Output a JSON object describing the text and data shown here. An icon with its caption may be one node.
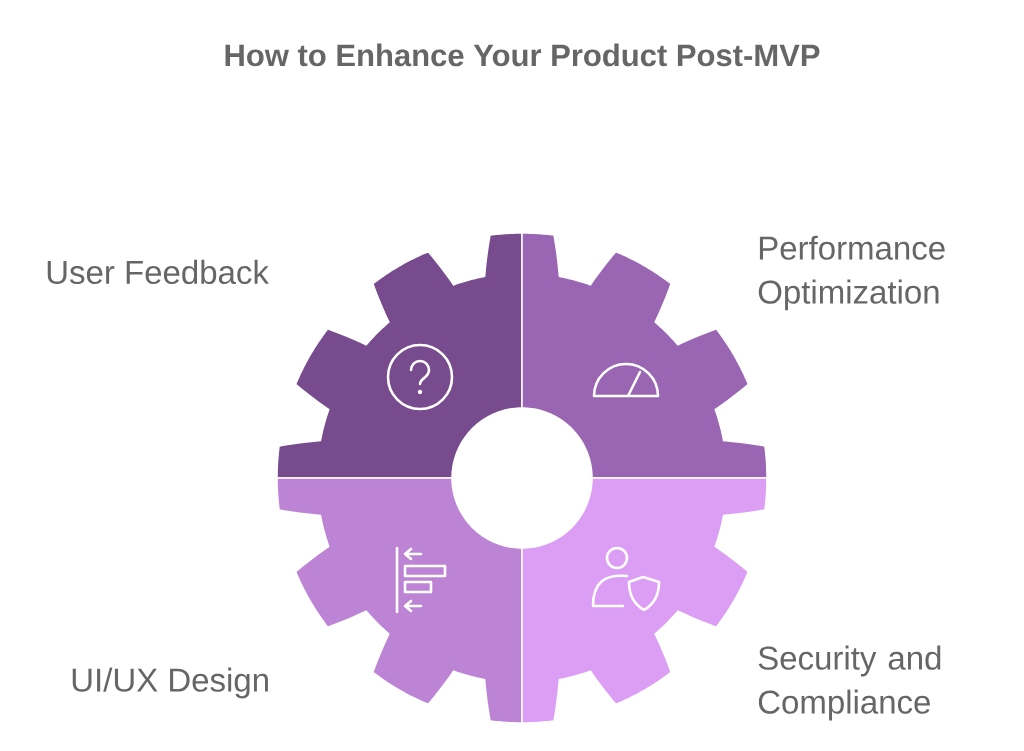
{
  "diagram": {
    "title": "How to Enhance Your Product Post-MVP",
    "nodes": [
      {
        "text": [
          "User Feedback"
        ]
      },
      {
        "text": [
          "Performance Optimization"
        ]
      },
      {
        "text": [
          "UI/UX Design"
        ]
      },
      {
        "text": [
          "Security and Compliance"
        ]
      }
    ]
  }
}
